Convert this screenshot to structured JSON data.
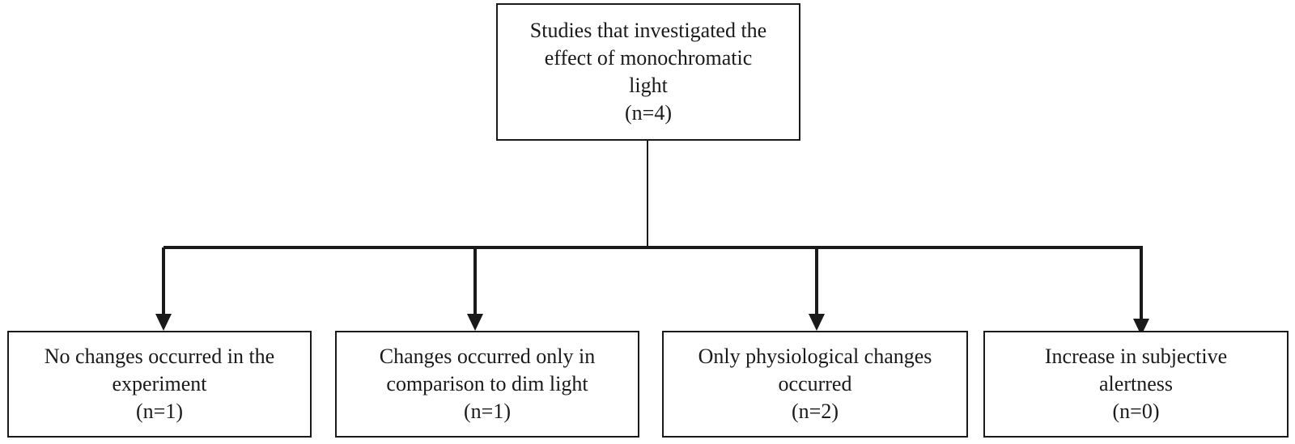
{
  "diagram": {
    "root": {
      "lines": [
        "Studies that investigated the",
        "effect of monochromatic",
        "light"
      ],
      "count": "(n=4)"
    },
    "outcomes": [
      {
        "lines": [
          "No changes occurred in the",
          "experiment"
        ],
        "count": "(n=1)"
      },
      {
        "lines": [
          "Changes occurred only in",
          "comparison to dim light"
        ],
        "count": "(n=1)"
      },
      {
        "lines": [
          "Only physiological changes",
          "occurred"
        ],
        "count": "(n=2)"
      },
      {
        "lines": [
          "Increase in subjective",
          "alertness"
        ],
        "count": "(n=0)"
      }
    ],
    "colors": {
      "line": "#1a1a1a",
      "box_fill": "#ffffff"
    }
  }
}
